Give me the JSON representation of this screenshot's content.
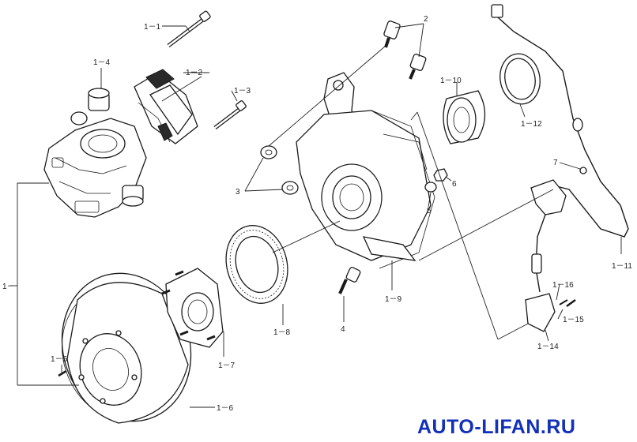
{
  "labels": {
    "l1_1": "1－1",
    "l1_2": "1－2",
    "l1_3": "1－3",
    "l1_4": "1－4",
    "l1": "1－",
    "l1_5": "1－5",
    "l1_6": "1－6",
    "l1_7": "1－7",
    "l1_8": "1－8",
    "l1_9": "1－9",
    "l1_10": "1－10",
    "l1_11": "1－11",
    "l1_12": "1－12",
    "l1_14": "1－14",
    "l1_15": "1－15",
    "l1_16": "1－16",
    "l2": "2",
    "l3": "3",
    "l4": "4",
    "l5": "5",
    "l6": "6",
    "l7": "7"
  },
  "watermark": "AUTO-LIFAN.RU"
}
